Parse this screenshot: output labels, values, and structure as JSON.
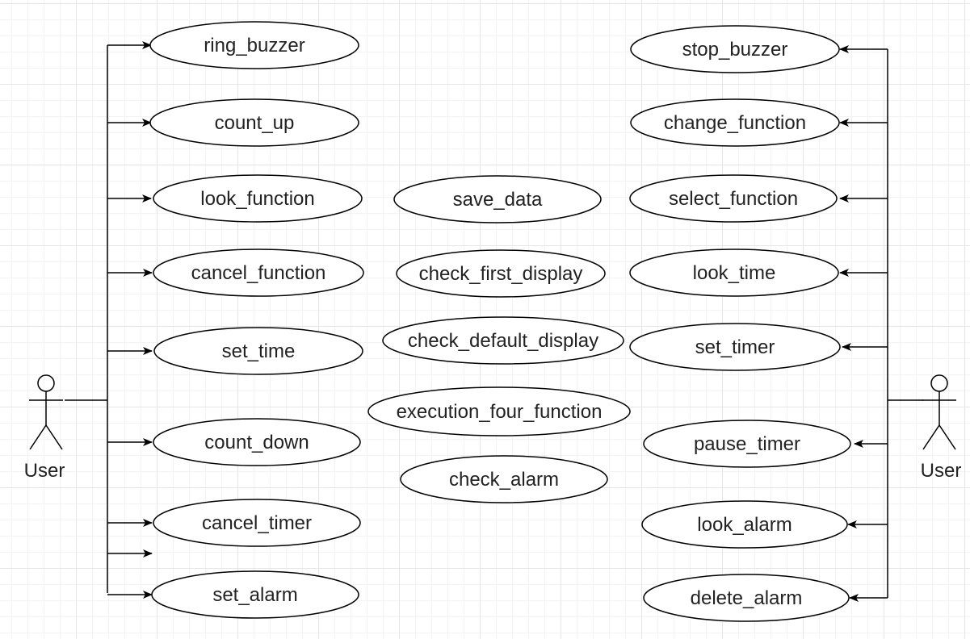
{
  "actors": {
    "left": {
      "label": "User"
    },
    "right": {
      "label": "User"
    }
  },
  "use_cases": {
    "left": [
      "ring_buzzer",
      "count_up",
      "look_function",
      "cancel_function",
      "set_time",
      "count_down",
      "cancel_timer",
      "set_alarm"
    ],
    "center": [
      "save_data",
      "check_first_display",
      "check_default_display",
      "execution_four_function",
      "check_alarm"
    ],
    "right": [
      "stop_buzzer",
      "change_function",
      "select_function",
      "look_time",
      "set_timer",
      "pause_timer",
      "look_alarm",
      "delete_alarm"
    ]
  }
}
